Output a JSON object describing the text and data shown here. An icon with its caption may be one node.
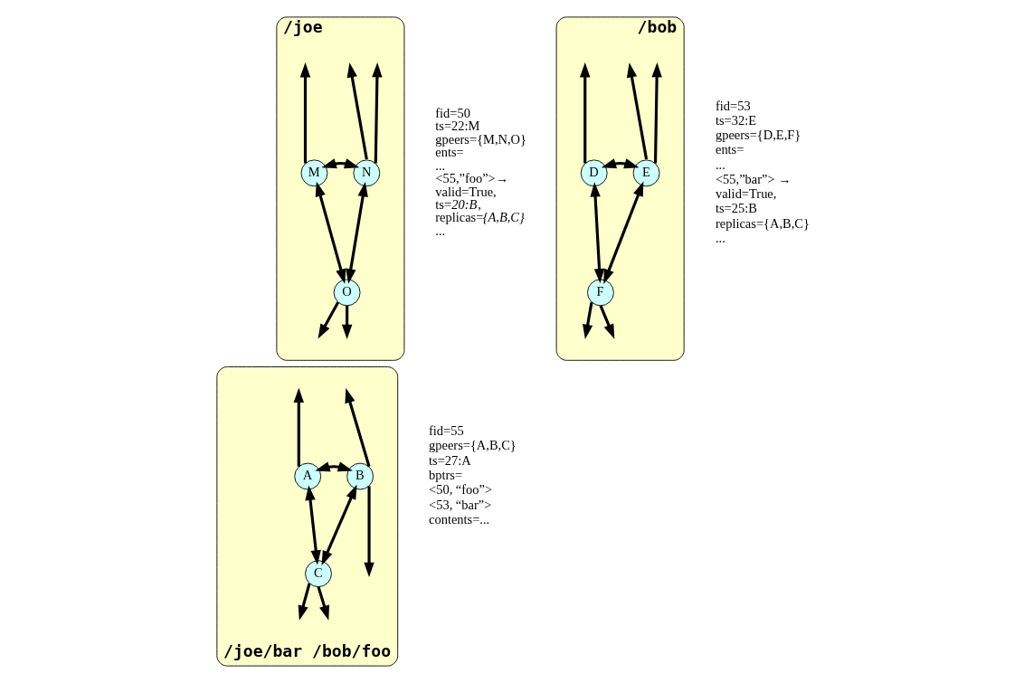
{
  "diagram": {
    "nodes": [
      {
        "text": [
          "/joe"
        ],
        "beside": [
          "fid=50",
          "ts=22:M",
          "gpeers={M,N,O}",
          "ents=",
          "...",
          "<55,”foo”>→",
          "valid=True,",
          "ts=*20:B*,",
          "replicas=*{A,B,C}*",
          "..."
        ]
      },
      {
        "text": [
          "M"
        ],
        "in": 0
      },
      {
        "text": [
          "N"
        ],
        "in": 0
      },
      {
        "text": [
          "O"
        ],
        "in": 0
      },
      {
        "text": [
          "/bob"
        ],
        "beside": [
          "fid=53",
          "ts=32:E",
          "gpeers={D,E,F}",
          "ents=",
          "...",
          "<55,”bar”> →",
          "valid=True,",
          "ts=25:B",
          "replicas={A,B,C}",
          "..."
        ]
      },
      {
        "text": [
          "D"
        ],
        "in": 4
      },
      {
        "text": [
          "E"
        ],
        "in": 4
      },
      {
        "text": [
          "F"
        ],
        "in": 4
      },
      {
        "text": [
          "/joe/bar /bob/foo"
        ],
        "beside": [
          "fid=55",
          "gpeers={A,B,C}",
          "ts=27:A",
          "bptrs=",
          "<50, “foo”>",
          "<53, “bar”>",
          "contents=..."
        ]
      },
      {
        "text": [
          "A"
        ],
        "in": 8
      },
      {
        "text": [
          "B"
        ],
        "in": 8
      },
      {
        "text": [
          "C"
        ],
        "in": 8
      }
    ],
    "edges": [
      {
        "from": 1,
        "to": 2,
        "arrow": "both"
      },
      {
        "from": 1,
        "to": 3,
        "arrow": "both"
      },
      {
        "from": 2,
        "to": 3,
        "arrow": "both"
      },
      {
        "from": 1,
        "to": null,
        "arrow": "to"
      },
      {
        "from": 2,
        "to": null,
        "arrow": "to"
      },
      {
        "from": 2,
        "to": null,
        "arrow": "to"
      },
      {
        "from": 3,
        "to": null,
        "arrow": "to"
      },
      {
        "from": 3,
        "to": null,
        "arrow": "to"
      },
      {
        "from": 5,
        "to": 6,
        "arrow": "both"
      },
      {
        "from": 5,
        "to": 7,
        "arrow": "both"
      },
      {
        "from": 6,
        "to": 7,
        "arrow": "both"
      },
      {
        "from": 5,
        "to": null,
        "arrow": "to"
      },
      {
        "from": 6,
        "to": null,
        "arrow": "to"
      },
      {
        "from": 6,
        "to": null,
        "arrow": "to"
      },
      {
        "from": 7,
        "to": null,
        "arrow": "to"
      },
      {
        "from": 7,
        "to": null,
        "arrow": "to"
      },
      {
        "from": 9,
        "to": 10,
        "arrow": "both"
      },
      {
        "from": 9,
        "to": 11,
        "arrow": "both"
      },
      {
        "from": 10,
        "to": 11,
        "arrow": "both"
      },
      {
        "from": 9,
        "to": null,
        "arrow": "to"
      },
      {
        "from": 10,
        "to": null,
        "arrow": "to"
      },
      {
        "from": 10,
        "to": null,
        "arrow": "to"
      },
      {
        "from": 11,
        "to": null,
        "arrow": "to"
      },
      {
        "from": 11,
        "to": null,
        "arrow": "to"
      }
    ]
  }
}
